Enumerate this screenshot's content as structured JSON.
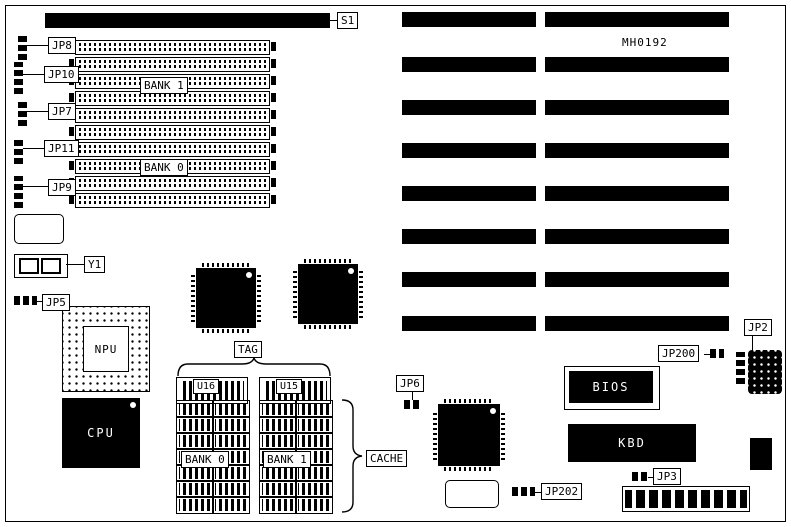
{
  "board": {
    "id_text": "MH0192"
  },
  "labels": {
    "s1": "S1",
    "jp8": "JP8",
    "jp10": "JP10",
    "jp7": "JP7",
    "jp11": "JP11",
    "jp9": "JP9",
    "bank1_mem": "BANK 1",
    "bank0_mem": "BANK 0",
    "y1": "Y1",
    "jp5": "JP5",
    "npu": "NPU",
    "cpu": "CPU",
    "tag": "TAG",
    "u16": "U16",
    "u15": "U15",
    "bank0_cache": "BANK 0",
    "bank1_cache": "BANK 1",
    "cache": "CACHE",
    "jp6": "JP6",
    "jp202": "JP202",
    "bios": "BIOS",
    "kbd": "KBD",
    "jp200": "JP200",
    "jp2": "JP2",
    "jp3": "JP3"
  },
  "colors": {
    "ink": "#000000",
    "paper": "#ffffff"
  }
}
